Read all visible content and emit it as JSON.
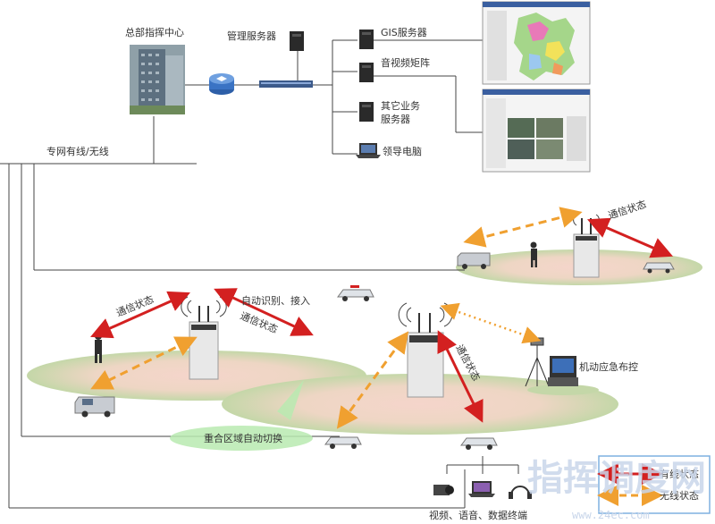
{
  "labels": {
    "hq": "总部指挥中心",
    "mgmt_server": "管理服务器",
    "gis_server": "GIS服务器",
    "av_matrix": "音视频矩阵",
    "other_server": "其它业务\n服务器",
    "leader_pc": "领导电脑",
    "private_net": "专网有线/无线",
    "comm_status_right": "通信状态",
    "comm_status_left": "通信状态",
    "auto_detect": "自动识别、接入",
    "comm_status_mid": "通信状态",
    "comm_status_vertical": "通信状态",
    "mobile_emergency": "机动应急布控",
    "overlap_switch": "重合区域自动切换",
    "terminals": "视频、语音、数据终端"
  },
  "legend": {
    "item1": "有线状态",
    "item2": "无线状态"
  },
  "watermark": {
    "main": "指挥调度网",
    "sub": "www.24ec.com"
  },
  "colors": {
    "red_link": "#d32020",
    "orange_link": "#f0a030",
    "wire": "#333333",
    "zone_green": "#c8dcb0",
    "zone_pink": "#f3d2c8",
    "overlap_bubble": "#b8eab0"
  }
}
